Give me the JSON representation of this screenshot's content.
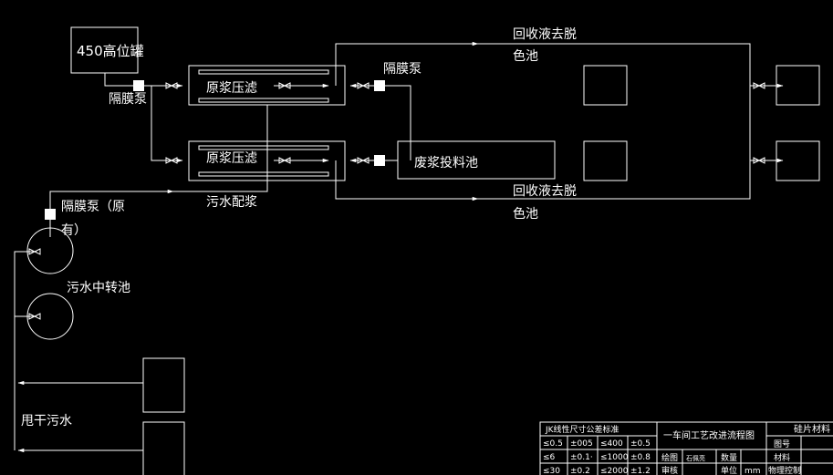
{
  "labels": {
    "tank_450": "450高位罐",
    "pump_top": "隔膜泵",
    "pump_mid": "隔膜泵",
    "pump_left_line1": "隔膜泵（原",
    "pump_left_line2": "有）",
    "filter_top": "原浆压滤",
    "filter_bottom": "原浆压滤",
    "waste_pool": "废浆投料池",
    "recover_top_line1": "回收液去脱",
    "recover_top_line2": "色池",
    "recover_bottom_line1": "回收液去脱",
    "recover_bottom_line2": "色池",
    "sewage_mix": "污水配浆",
    "sewage_transfer": "污水中转池",
    "dry_sewage": "甩干污水"
  },
  "title_block": {
    "tolerance_title": "JK线性尺寸公差标准",
    "tol_r1": [
      "≤0.5",
      "±005",
      "≤400",
      "±0.5"
    ],
    "tol_r2": [
      "≤6",
      "±0.1·",
      "≤1000",
      "±0.8"
    ],
    "tol_r3": [
      "≤30",
      "±0.2",
      "≤2000",
      "±1.2"
    ],
    "drawing_title": "一车间工艺改进流程图",
    "draw_label": "绘图",
    "drawer": "石佩亮",
    "qty_label": "数量",
    "review_label": "审核",
    "unit_label": "单位",
    "unit_value": "mm",
    "company": "硅片材料",
    "drawing_no_label": "图号",
    "material_label": "材料",
    "physical_label": "物理控制"
  }
}
